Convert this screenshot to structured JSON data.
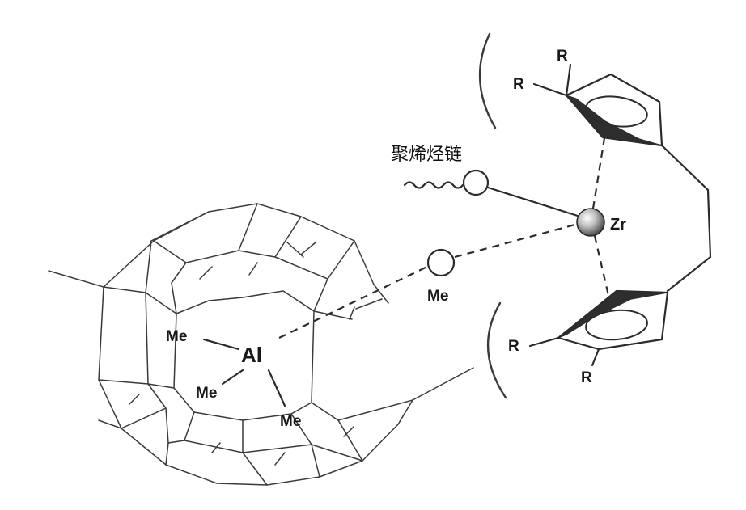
{
  "labels": {
    "polymer_chain": "聚烯烃链",
    "zr": "Zr",
    "al": "Al",
    "me_bridge": "Me",
    "me_al_1": "Me",
    "me_al_2": "Me",
    "me_al_3": "Me",
    "r_top_1": "R",
    "r_top_2": "R",
    "r_bottom_1": "R",
    "r_bottom_2": "R"
  },
  "colors": {
    "ink": "#2b2b2b",
    "background": "#ffffff"
  }
}
